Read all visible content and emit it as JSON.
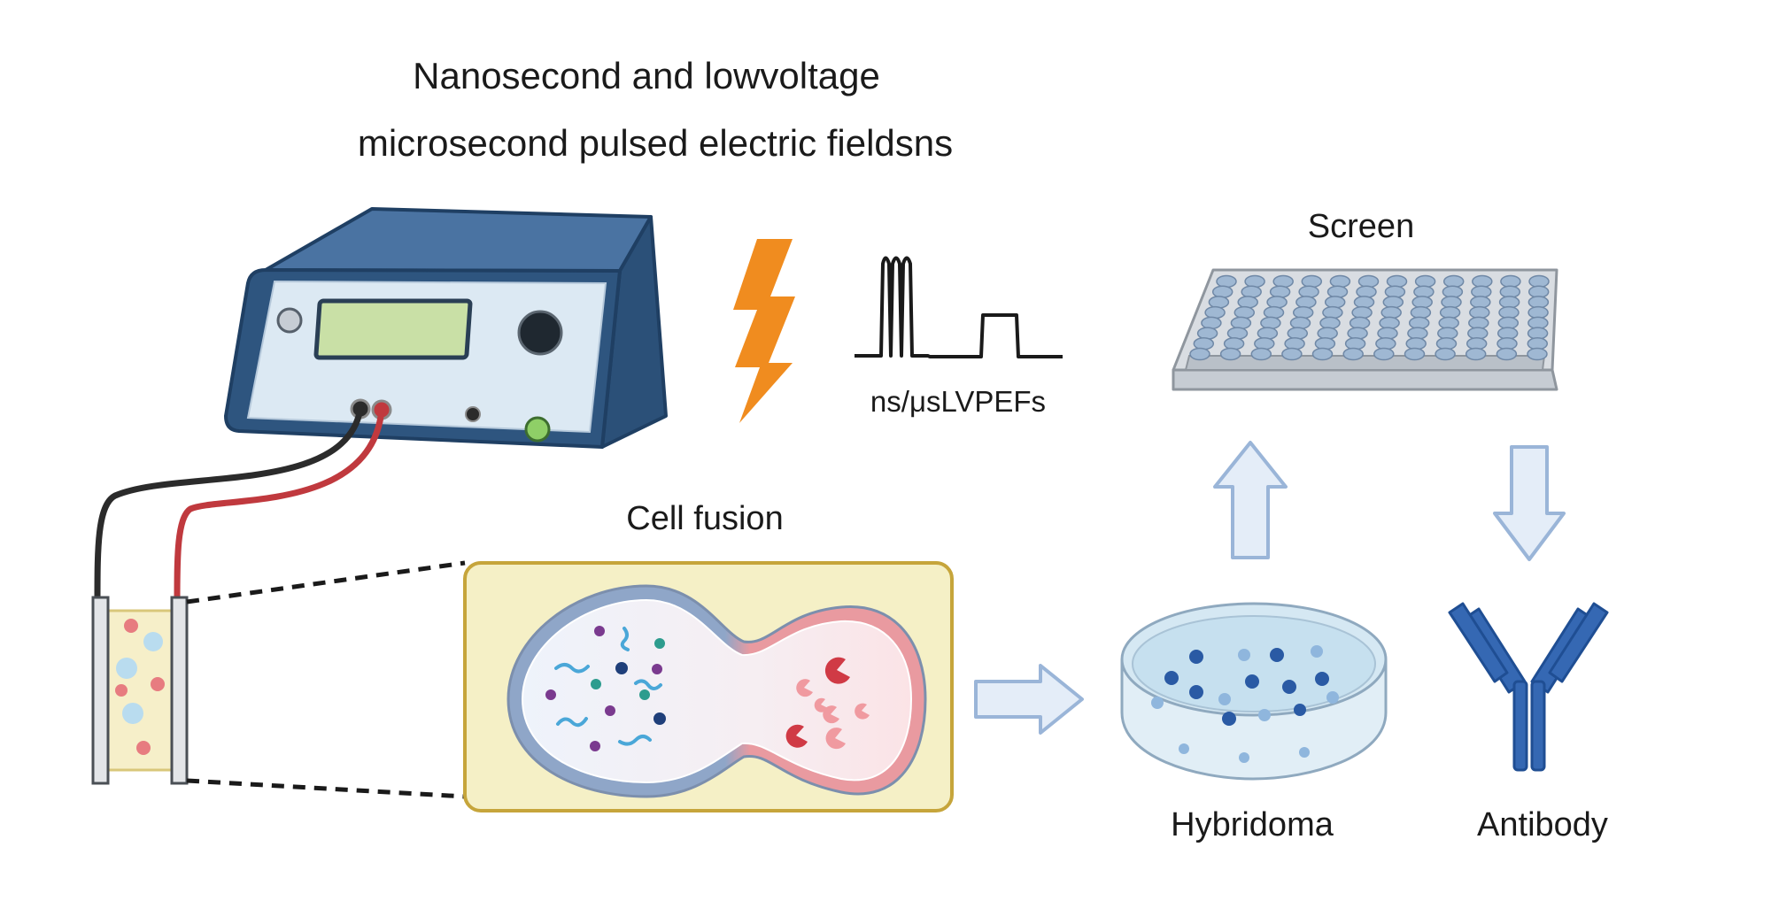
{
  "title": {
    "line1": "Nanosecond and lowvoltage",
    "line2": "microsecond pulsed electric fieldsns"
  },
  "labels": {
    "pulse": "ns/μsLVPEFs",
    "screen": "Screen",
    "cell_fusion": "Cell fusion",
    "hybridoma": "Hybridoma",
    "antibody": "Antibody"
  },
  "colors": {
    "generator_dark": "#2e557f",
    "generator_panel": "#dce9f3",
    "bolt": "#f08c1f",
    "fusion_box": "#f5f0c6",
    "cell_blue_membrane": "#8fa6c8",
    "cell_red_membrane": "#e99aa0",
    "arrow_fill": "#e4edf8",
    "arrow_stroke": "#9ab5d8",
    "antibody": "#3568b3",
    "dish_colony": "#2a5aa4"
  }
}
